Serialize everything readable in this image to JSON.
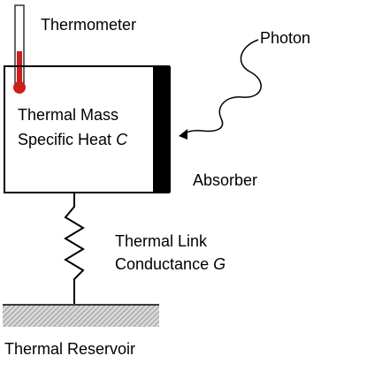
{
  "labels": {
    "thermometer": "Thermometer",
    "photon": "Photon",
    "thermal_mass_line1": "Thermal Mass",
    "thermal_mass_line2_prefix": "Specific Heat ",
    "thermal_mass_line2_var": "C",
    "absorber": "Absorber",
    "link_line1": "Thermal Link",
    "link_line2_prefix": "Conductance ",
    "link_line2_var": "G",
    "reservoir": "Thermal Reservoir"
  },
  "colors": {
    "thermometer_fluid": "#cc1f1a",
    "absorber": "#000000",
    "reservoir_hatch": "#8a8a8a"
  }
}
